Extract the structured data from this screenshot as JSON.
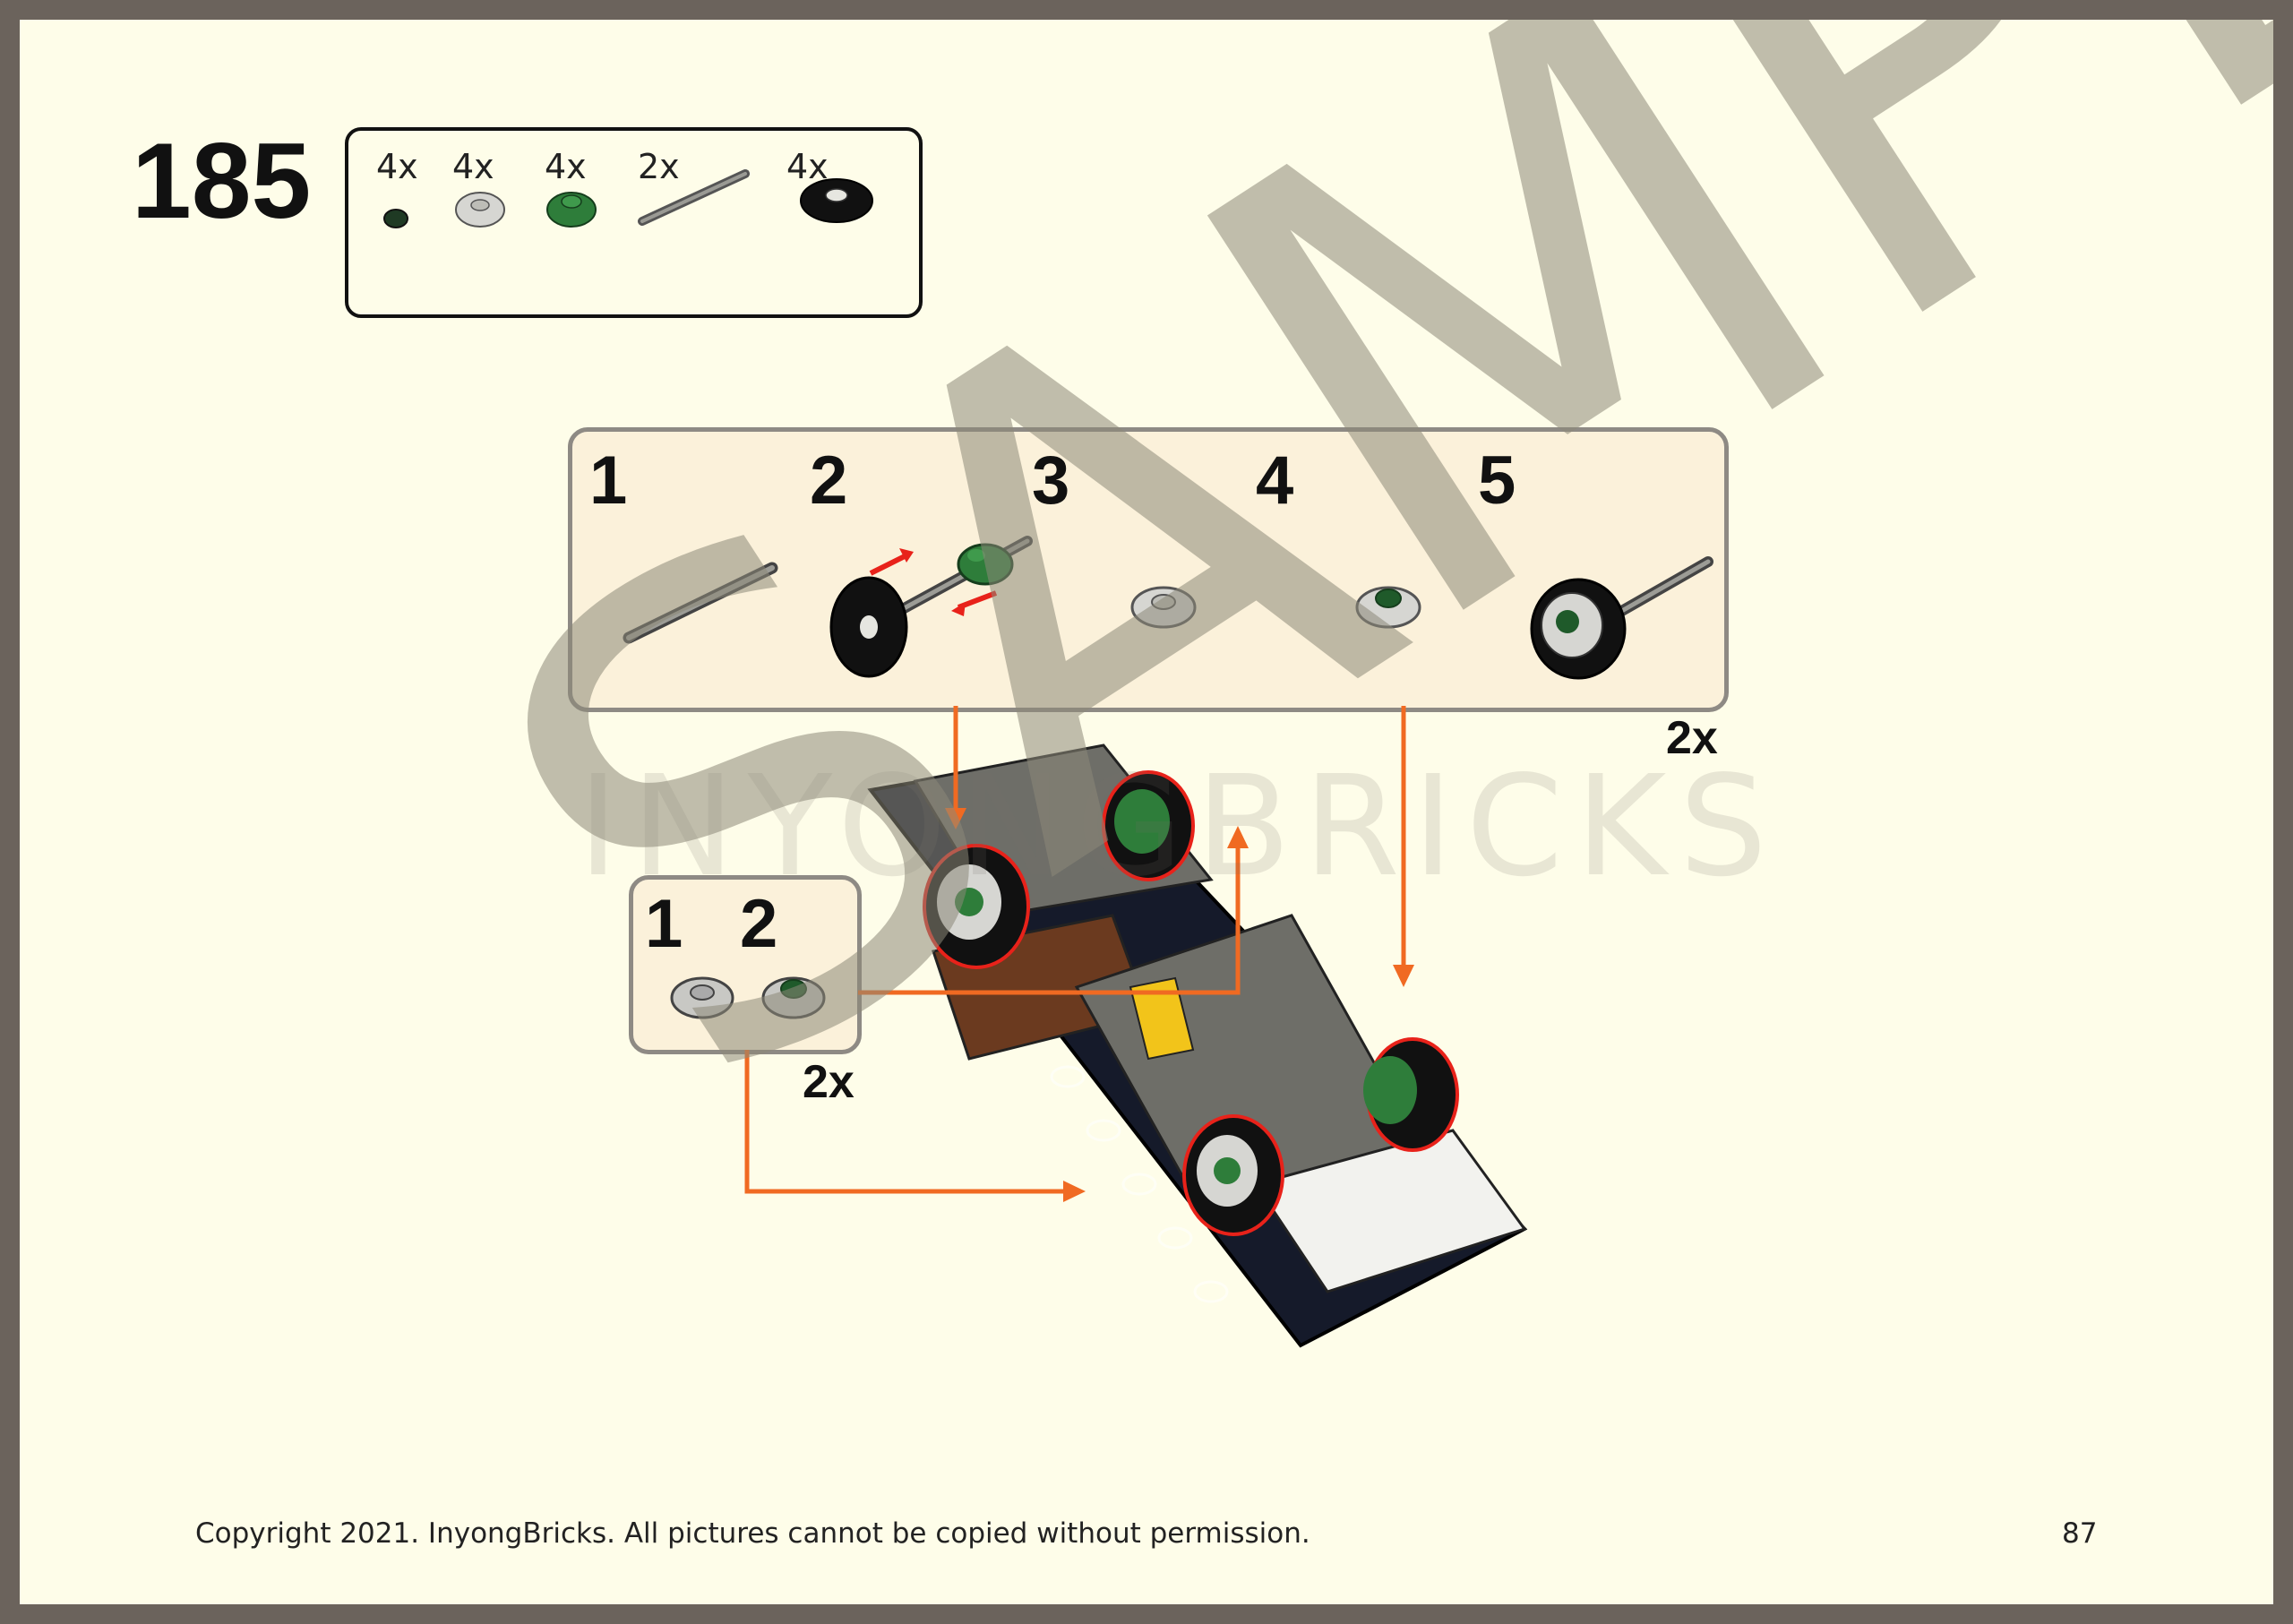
{
  "step": {
    "number": "185"
  },
  "parts": [
    {
      "icon": "round-plate-1x1-dark-green-icon",
      "qty": "4x"
    },
    {
      "icon": "round-tile-2x2-light-grey-icon",
      "qty": "4x"
    },
    {
      "icon": "round-plate-2x2-green-icon",
      "qty": "4x"
    },
    {
      "icon": "axle-dark-grey-icon",
      "qty": "2x"
    },
    {
      "icon": "train-wheel-black-icon",
      "qty": "4x"
    }
  ],
  "subassembly_top": {
    "steps": [
      "1",
      "2",
      "3",
      "4",
      "5"
    ],
    "multiplier": "2x"
  },
  "subassembly_left": {
    "steps": [
      "1",
      "2"
    ],
    "multiplier": "2x"
  },
  "watermark": {
    "brand": "INYONGBRICKS",
    "sample": "SAMPLE"
  },
  "footer": {
    "copyright": "Copyright 2021. InyongBricks. All pictures cannot be copied without permission.",
    "page_number": "87"
  },
  "colors": {
    "page": "#fefde9",
    "frame": "#6b635c",
    "callout_arrow": "#f06a22",
    "motion_arrow": "#e8221a",
    "brick_green": "#2e7d3a",
    "brick_dark_grey": "#6e6e68"
  }
}
